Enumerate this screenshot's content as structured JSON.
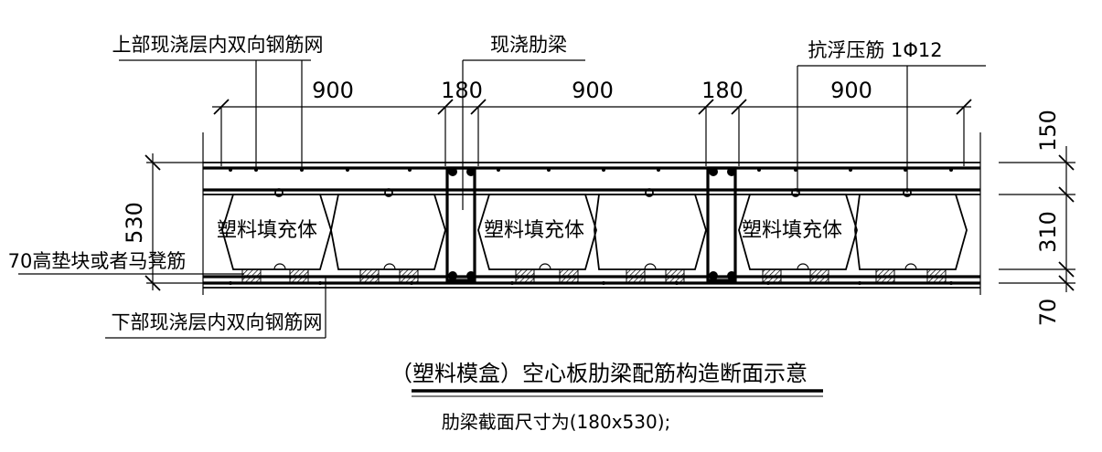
{
  "labels": {
    "top_mesh": "上部现浇层内双向钢筋网",
    "rib_beam": "现浇肋梁",
    "anti_float": "抗浮压筋 1Φ12",
    "support": "70高垫块或者马凳筋",
    "bottom_mesh": "下部现浇层内双向钢筋网",
    "filler": "塑料填充体"
  },
  "dimensions": {
    "span1": "900",
    "rib1": "180",
    "span2": "900",
    "rib2": "180",
    "span3": "900",
    "total_height": "530",
    "top_layer": "150",
    "middle_layer": "310",
    "bottom_layer": "70"
  },
  "caption": {
    "title": "（塑料模盒）空心板肋梁配筋构造断面示意",
    "note": "肋梁截面尺寸为(180x530);"
  }
}
